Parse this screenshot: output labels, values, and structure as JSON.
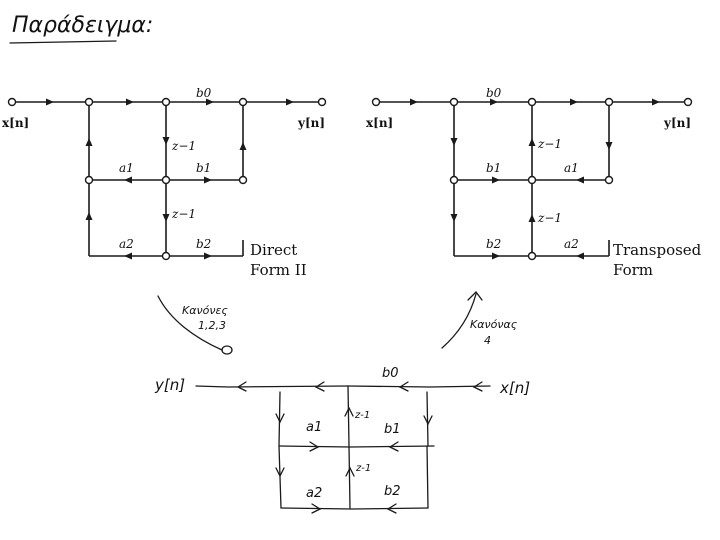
{
  "page": {
    "title": "Παράδειγμα:"
  },
  "direct_form": {
    "input_label": "x[n]",
    "output_label": "y[n]",
    "b0": "b0",
    "b1": "b1",
    "b2": "b2",
    "a1": "a1",
    "a2": "a2",
    "delay": "z−1",
    "caption_line1": "Direct",
    "caption_line2": "Form II"
  },
  "transposed_form": {
    "input_label": "x[n]",
    "output_label": "y[n]",
    "b0": "b0",
    "b1": "b1",
    "b2": "b2",
    "a1": "a1",
    "a2": "a2",
    "delay": "z−1",
    "caption_line1": "Transposed",
    "caption_line2": "Form"
  },
  "left_arrow_note": {
    "line1": "Κανόνες",
    "line2": "1,2,3"
  },
  "right_arrow_note": {
    "line1": "Κανόνας",
    "line2": "4"
  },
  "handdrawn_form": {
    "output_label": "y[n]",
    "input_label": "x[n]",
    "b0": "b0",
    "b1": "b1",
    "b2": "b2",
    "a1": "a1",
    "a2": "a2",
    "delay": "z-1"
  }
}
